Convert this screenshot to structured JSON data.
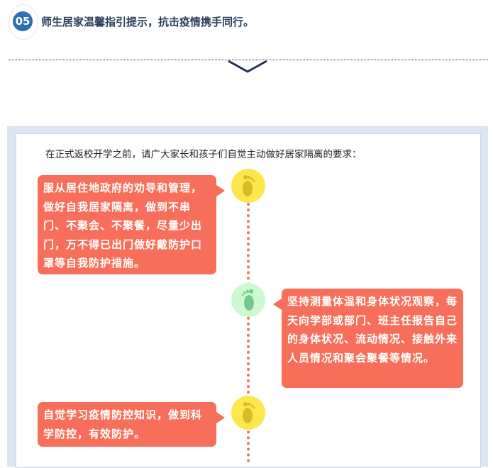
{
  "header": {
    "number": "05",
    "title": "师生居家温馨指引提示，抗击疫情携手同行。"
  },
  "intro": "在正式返校开学之前，请广大家长和孩子们自觉主动做好居家隔离的要求：",
  "items": [
    {
      "text": "服从居住地政府的劝导和管理，做好自我居家隔离，做到不串门、不聚会、不聚餐，尽量少出门，万不得已出门做好戴防护口罩等自我防护措施。",
      "icon": "footprint-icon",
      "color": "#fde74c"
    },
    {
      "text": "坚持测量体温和身体状况观察，每天向学部或部门、班主任报告自己的身体状况、流动情况、接触外来人员情况和聚会聚餐等情况。",
      "icon": "footprint-icon",
      "color": "#cdf8d0"
    },
    {
      "text": "自觉学习疫情防控知识，做到科学防控，有效防护。",
      "icon": "footprint-icon",
      "color": "#fde74c"
    }
  ]
}
